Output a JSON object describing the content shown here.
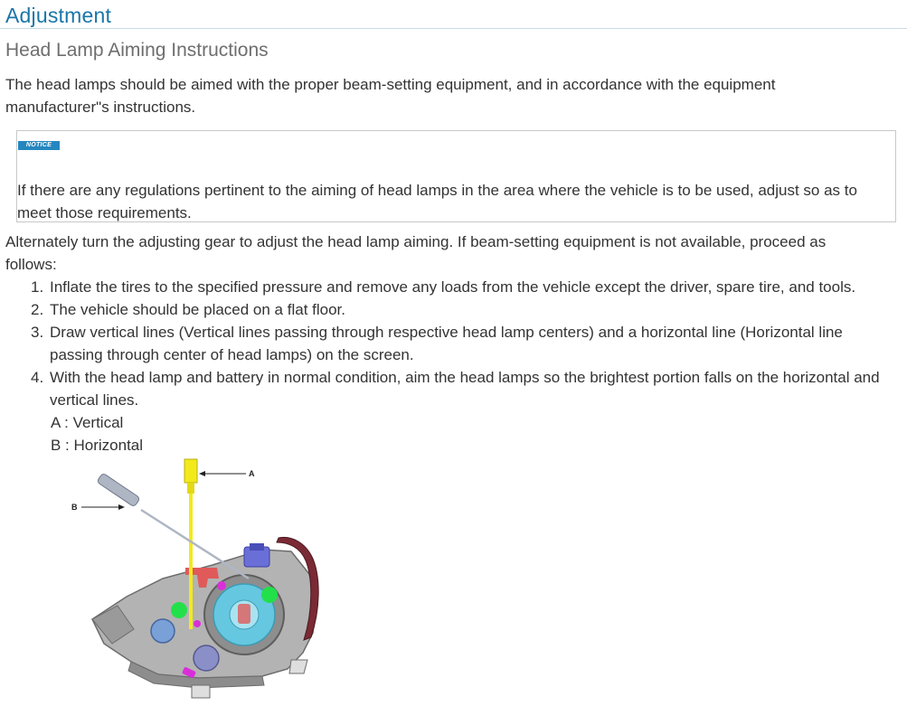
{
  "section": {
    "title": "Adjustment"
  },
  "subsection": {
    "title": "Head Lamp Aiming Instructions"
  },
  "intro_text": "The head lamps should be aimed with the proper beam-setting equipment, and in accordance with the equipment manufacturer\"s instructions.",
  "notice": {
    "badge": "NOTICE",
    "text": "If there are any regulations pertinent to the aiming of head lamps in the area where the vehicle is to be used, adjust so as to meet those requirements."
  },
  "procedure_intro": "Alternately turn the adjusting gear to adjust the head lamp aiming. If beam-setting equipment is not available, proceed as follows:",
  "steps": [
    {
      "number": "1.",
      "text": "Inflate the tires to the specified pressure and remove any loads from the vehicle except the driver, spare tire, and tools."
    },
    {
      "number": "2.",
      "text": "The vehicle should be placed on a flat floor."
    },
    {
      "number": "3.",
      "text": "Draw vertical lines (Vertical lines passing through respective head lamp centers) and a horizontal line (Horizontal line passing through center of head lamps) on the screen."
    },
    {
      "number": "4.",
      "text": "With the head lamp and battery in normal condition, aim the head lamps so the brightest portion falls on the horizontal and vertical lines."
    }
  ],
  "legend": [
    "A : Vertical",
    "B : Horizontal"
  ],
  "figure": {
    "callouts": [
      "A",
      "B"
    ],
    "colors": {
      "vertical_tool": "#f2ea1c",
      "housing": "#b3b3b3",
      "housing_dark": "#6d6d6d",
      "lens_blue": "#66c7e0",
      "marker_green": "#22e04a",
      "marker_magenta": "#d92fd9",
      "accent_red": "#e05a5a",
      "bezel_maroon": "#7a2a34",
      "screwdriver": "#aeb6c4"
    }
  }
}
